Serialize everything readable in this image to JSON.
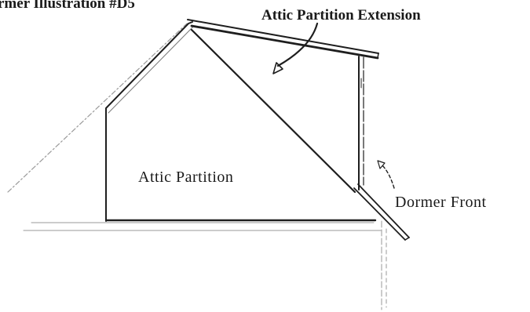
{
  "figure": {
    "title": "rmer Illustration #D5",
    "labels": {
      "attic_partition_extension": "Attic Partition Extension",
      "attic_partition": "Attic Partition",
      "dormer_front": "Dormer Front"
    }
  },
  "colors": {
    "ink": "#1e1e1e",
    "faint_line": "#9a9a9a",
    "background": "#ffffff"
  }
}
